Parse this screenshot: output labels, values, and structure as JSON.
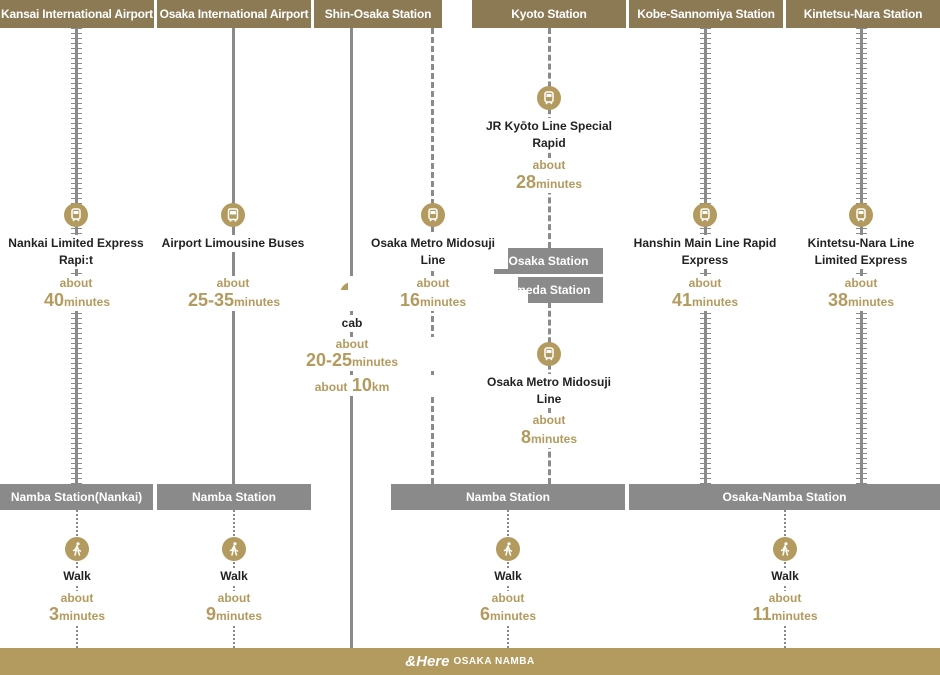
{
  "headers": [
    "Kansai International Airport",
    "Osaka International Airport",
    "Shin-Osaka Station",
    "Kyoto Station",
    "Kobe-Sannomiya Station",
    "Kintetsu-Nara Station"
  ],
  "routes": [
    {
      "icon": "train-icon",
      "label": "Nankai Limited Express Rapi:t",
      "about": "about",
      "value": "40",
      "unit": "minutes"
    },
    {
      "icon": "bus-icon",
      "label": "Airport Limousine Buses",
      "about": "about",
      "value": "25-35",
      "unit": "minutes"
    },
    {
      "icon": "taxi-icon",
      "label": "cab",
      "about": "about",
      "value": "20-25",
      "unit": "minutes",
      "extra_about": "about",
      "extra_value": "10",
      "extra_unit": "km"
    },
    {
      "icon": "train-icon",
      "label": "Osaka Metro Midosuji Line",
      "about": "about",
      "value": "16",
      "unit": "minutes"
    },
    {
      "icon": "train-icon",
      "label": "JR Kyōto Line Special Rapid",
      "about": "about",
      "value": "28",
      "unit": "minutes"
    },
    {
      "icon": "train-icon",
      "label": "Hanshin Main Line Rapid Express",
      "about": "about",
      "value": "41",
      "unit": "minutes"
    },
    {
      "icon": "train-icon",
      "label": "Kintetsu-Nara Line Limited Express",
      "about": "about",
      "value": "38",
      "unit": "minutes"
    },
    {
      "icon": "train-icon",
      "label": "Osaka Metro Midosuji Line",
      "about": "about",
      "value": "8",
      "unit": "minutes"
    }
  ],
  "transfer_stations": [
    "Osaka Station",
    "Umeda Station"
  ],
  "arrival_stations": [
    "Namba Station(Nankai)",
    "Namba Station",
    "Namba Station",
    "Osaka-Namba Station"
  ],
  "walks": [
    {
      "icon": "walk-icon",
      "label": "Walk",
      "about": "about",
      "value": "3",
      "unit": "minutes"
    },
    {
      "icon": "walk-icon",
      "label": "Walk",
      "about": "about",
      "value": "9",
      "unit": "minutes"
    },
    {
      "icon": "walk-icon",
      "label": "Walk",
      "about": "about",
      "value": "6",
      "unit": "minutes"
    },
    {
      "icon": "walk-icon",
      "label": "Walk",
      "about": "about",
      "value": "11",
      "unit": "minutes"
    }
  ],
  "footer": {
    "brand": "&Here",
    "sub": "OSAKA NAMBA"
  },
  "colors": {
    "gold": "#b39a5e",
    "header": "#8c7a55",
    "gray": "#8a8a8a"
  }
}
